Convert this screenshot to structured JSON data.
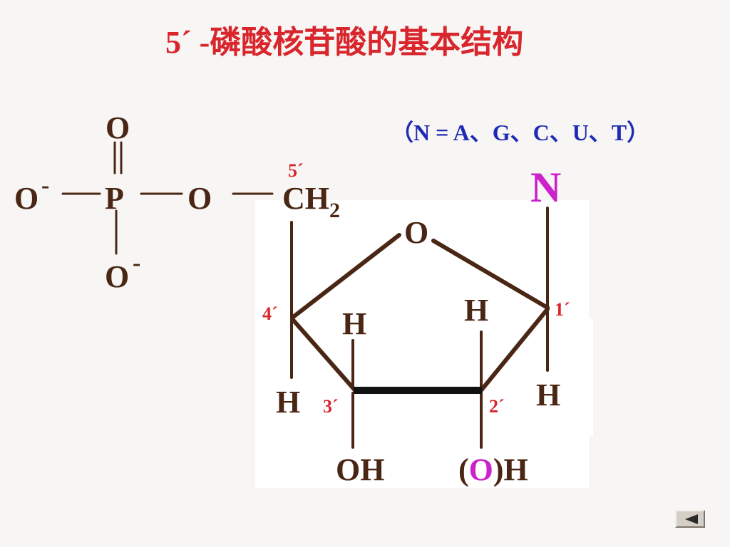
{
  "title": "5´ -磷酸核苷酸的基本结构",
  "subtitle": "（N = A、G、C、U、T）",
  "phosphate": {
    "o_top": "O",
    "o_left": "O",
    "o_left_charge": "-",
    "p": "P",
    "o_bridge": "O",
    "o_bottom": "O",
    "o_bottom_charge": "-"
  },
  "ring": {
    "ch": "CH",
    "ch_sub": "2",
    "ring_o": "O",
    "base": "N",
    "h_c4": "H",
    "h_c3": "H",
    "h_c2": "H",
    "h_c1": "H",
    "oh_c3": "OH",
    "oh_c2_open": "(",
    "oh_c2_o": "O",
    "oh_c2_close": ")H"
  },
  "positions": {
    "p5": "5´",
    "p4": "4´",
    "p3": "3´",
    "p2": "2´",
    "p1": "1´"
  },
  "colors": {
    "title": "#d8262c",
    "subtitle": "#1f2bb5",
    "atoms": "#4a2614",
    "bonds": "#4a2614",
    "base_and_2prime_O": "#cc22cc",
    "position_numbers": "#d8262c"
  },
  "nav": {
    "back_icon": "triangle-left-icon"
  }
}
